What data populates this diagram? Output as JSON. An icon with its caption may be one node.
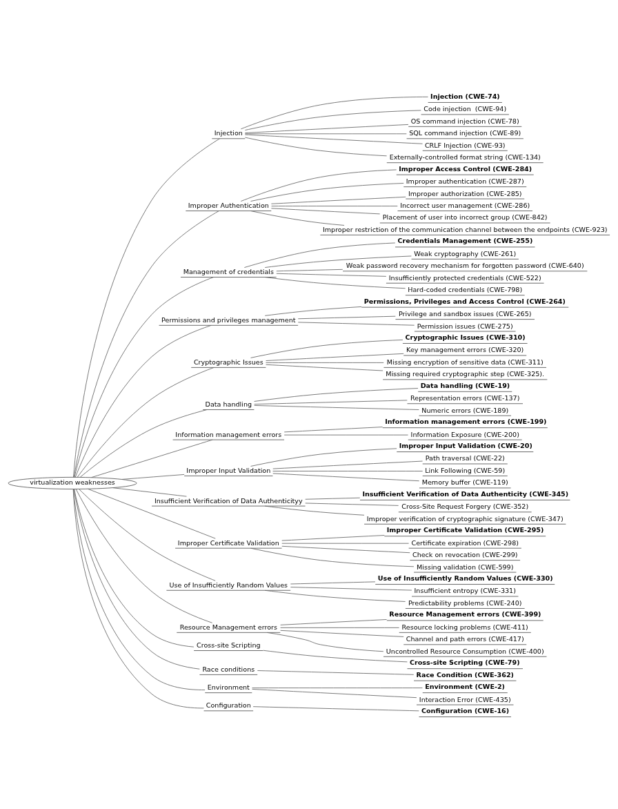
{
  "diagram": {
    "nodes": [
      {
        "text": [
          "virtualization weaknesses"
        ]
      },
      {
        "text": [
          "Injection"
        ]
      },
      {
        "text": [
          "Injection (CWE-74)"
        ]
      },
      {
        "text": [
          "Code injection  (CWE-94)"
        ]
      },
      {
        "text": [
          "OS command injection (CWE-78)"
        ]
      },
      {
        "text": [
          "SQL command injection (CWE-89)"
        ]
      },
      {
        "text": [
          "CRLF Injection (CWE-93)"
        ]
      },
      {
        "text": [
          "Externally-controlled format string (CWE-134)"
        ]
      },
      {
        "text": [
          "Improper Authentication"
        ]
      },
      {
        "text": [
          "Improper Access Control (CWE-284)"
        ]
      },
      {
        "text": [
          "Improper authentication (CWE-287)"
        ]
      },
      {
        "text": [
          "Improper authorization (CWE-285)"
        ]
      },
      {
        "text": [
          "Incorrect user management (CWE-286)"
        ]
      },
      {
        "text": [
          "Placement of user into incorrect group (CWE-842)"
        ]
      },
      {
        "text": [
          "Improper restriction of the communication channel between the endpoints (CWE-923)"
        ]
      },
      {
        "text": [
          "Management of credentials"
        ]
      },
      {
        "text": [
          "Credentials Management (CWE-255)"
        ]
      },
      {
        "text": [
          "Weak cryptography (CWE-261)"
        ]
      },
      {
        "text": [
          "Weak password recovery mechanism for forgotten password (CWE-640)"
        ]
      },
      {
        "text": [
          "Insufficiently protected credentials (CWE-522)"
        ]
      },
      {
        "text": [
          "Hard-coded credentials (CWE-798)"
        ]
      },
      {
        "text": [
          "Permissions and privileges management"
        ]
      },
      {
        "text": [
          "Permissions, Privileges and Access Control (CWE-264)"
        ]
      },
      {
        "text": [
          "Privilege and sandbox issues (CWE-265)"
        ]
      },
      {
        "text": [
          "Permission issues (CWE-275)"
        ]
      },
      {
        "text": [
          "Cryptographic Issues"
        ]
      },
      {
        "text": [
          "Cryptographic Issues (CWE-310)"
        ]
      },
      {
        "text": [
          "Key management errors (CWE-320)"
        ]
      },
      {
        "text": [
          "Missing encryption of sensitive data (CWE-311)"
        ]
      },
      {
        "text": [
          "Missing required cryptographic step (CWE-325)."
        ]
      },
      {
        "text": [
          "Data handling"
        ]
      },
      {
        "text": [
          "Data handling (CWE-19)"
        ]
      },
      {
        "text": [
          "Representation errors (CWE-137)"
        ]
      },
      {
        "text": [
          "Numeric errors (CWE-189)"
        ]
      },
      {
        "text": [
          "Information management errors"
        ]
      },
      {
        "text": [
          "Information management errors (CWE-199)"
        ]
      },
      {
        "text": [
          "Information Exposure (CWE-200)"
        ]
      },
      {
        "text": [
          "Improper Input Validation"
        ]
      },
      {
        "text": [
          "Improper Input Validation (CWE-20)"
        ]
      },
      {
        "text": [
          "Path traversal (CWE-22)"
        ]
      },
      {
        "text": [
          "Link Following (CWE-59)"
        ]
      },
      {
        "text": [
          "Memory buffer (CWE-119)"
        ]
      },
      {
        "text": [
          "Insufficient Verification of Data Authenticityy"
        ]
      },
      {
        "text": [
          "Insufficient Verification of Data Authenticity (CWE-345)"
        ]
      },
      {
        "text": [
          "Cross-Site Request Forgery (CWE-352)"
        ]
      },
      {
        "text": [
          "Improper verification of cryptographic signature (CWE-347)"
        ]
      },
      {
        "text": [
          "Improper Certificate Validation"
        ]
      },
      {
        "text": [
          "Improper Certificate Validation (CWE-295)"
        ]
      },
      {
        "text": [
          "Certificate expiration (CWE-298)"
        ]
      },
      {
        "text": [
          "Check on revocation (CWE-299)"
        ]
      },
      {
        "text": [
          "Missing validation (CWE-599)"
        ]
      },
      {
        "text": [
          "Use of Insufficiently Random Values"
        ]
      },
      {
        "text": [
          "Use of Insufficiently Random Values (CWE-330)"
        ]
      },
      {
        "text": [
          "Insufficient entropy (CWE-331)"
        ]
      },
      {
        "text": [
          "Predictability problems (CWE-240)"
        ]
      },
      {
        "text": [
          "Resource Management errors"
        ]
      },
      {
        "text": [
          "Resource Management errors (CWE-399)"
        ]
      },
      {
        "text": [
          "Resource locking problems (CWE-411)"
        ]
      },
      {
        "text": [
          "Channel and path errors (CWE-417)"
        ]
      },
      {
        "text": [
          "Uncontrolled Resource Consumption (CWE-400)"
        ]
      },
      {
        "text": [
          "Cross-site Scripting"
        ]
      },
      {
        "text": [
          "Cross-site Scripting (CWE-79)"
        ]
      },
      {
        "text": [
          "Race conditions"
        ]
      },
      {
        "text": [
          "Race Condition (CWE-362)"
        ]
      },
      {
        "text": [
          "Environment"
        ]
      },
      {
        "text": [
          "Environment (CWE-2)"
        ]
      },
      {
        "text": [
          "Interaction Error (CWE-435)"
        ]
      },
      {
        "text": [
          "Configuration"
        ]
      },
      {
        "text": [
          "Configuration (CWE-16)"
        ]
      }
    ],
    "edges": [
      {
        "from": 0,
        "to": 1,
        "arrow": "none"
      },
      {
        "from": 1,
        "to": 2,
        "arrow": "none"
      },
      {
        "from": 1,
        "to": 3,
        "arrow": "none"
      },
      {
        "from": 1,
        "to": 4,
        "arrow": "none"
      },
      {
        "from": 1,
        "to": 5,
        "arrow": "none"
      },
      {
        "from": 1,
        "to": 6,
        "arrow": "none"
      },
      {
        "from": 1,
        "to": 7,
        "arrow": "none"
      },
      {
        "from": 0,
        "to": 8,
        "arrow": "none"
      },
      {
        "from": 8,
        "to": 9,
        "arrow": "none"
      },
      {
        "from": 8,
        "to": 10,
        "arrow": "none"
      },
      {
        "from": 8,
        "to": 11,
        "arrow": "none"
      },
      {
        "from": 8,
        "to": 12,
        "arrow": "none"
      },
      {
        "from": 8,
        "to": 13,
        "arrow": "none"
      },
      {
        "from": 8,
        "to": 14,
        "arrow": "none"
      },
      {
        "from": 0,
        "to": 15,
        "arrow": "none"
      },
      {
        "from": 15,
        "to": 16,
        "arrow": "none"
      },
      {
        "from": 15,
        "to": 17,
        "arrow": "none"
      },
      {
        "from": 15,
        "to": 18,
        "arrow": "none"
      },
      {
        "from": 15,
        "to": 19,
        "arrow": "none"
      },
      {
        "from": 15,
        "to": 20,
        "arrow": "none"
      },
      {
        "from": 0,
        "to": 21,
        "arrow": "none"
      },
      {
        "from": 21,
        "to": 22,
        "arrow": "none"
      },
      {
        "from": 21,
        "to": 23,
        "arrow": "none"
      },
      {
        "from": 21,
        "to": 24,
        "arrow": "none"
      },
      {
        "from": 0,
        "to": 25,
        "arrow": "none"
      },
      {
        "from": 25,
        "to": 26,
        "arrow": "none"
      },
      {
        "from": 25,
        "to": 27,
        "arrow": "none"
      },
      {
        "from": 25,
        "to": 28,
        "arrow": "none"
      },
      {
        "from": 25,
        "to": 29,
        "arrow": "none"
      },
      {
        "from": 0,
        "to": 30,
        "arrow": "none"
      },
      {
        "from": 30,
        "to": 31,
        "arrow": "none"
      },
      {
        "from": 30,
        "to": 32,
        "arrow": "none"
      },
      {
        "from": 30,
        "to": 33,
        "arrow": "none"
      },
      {
        "from": 0,
        "to": 34,
        "arrow": "none"
      },
      {
        "from": 34,
        "to": 35,
        "arrow": "none"
      },
      {
        "from": 34,
        "to": 36,
        "arrow": "none"
      },
      {
        "from": 0,
        "to": 37,
        "arrow": "none"
      },
      {
        "from": 37,
        "to": 38,
        "arrow": "none"
      },
      {
        "from": 37,
        "to": 39,
        "arrow": "none"
      },
      {
        "from": 37,
        "to": 40,
        "arrow": "none"
      },
      {
        "from": 37,
        "to": 41,
        "arrow": "none"
      },
      {
        "from": 0,
        "to": 42,
        "arrow": "none"
      },
      {
        "from": 42,
        "to": 43,
        "arrow": "none"
      },
      {
        "from": 42,
        "to": 44,
        "arrow": "none"
      },
      {
        "from": 42,
        "to": 45,
        "arrow": "none"
      },
      {
        "from": 0,
        "to": 46,
        "arrow": "none"
      },
      {
        "from": 46,
        "to": 47,
        "arrow": "none"
      },
      {
        "from": 46,
        "to": 48,
        "arrow": "none"
      },
      {
        "from": 46,
        "to": 49,
        "arrow": "none"
      },
      {
        "from": 46,
        "to": 50,
        "arrow": "none"
      },
      {
        "from": 0,
        "to": 51,
        "arrow": "none"
      },
      {
        "from": 51,
        "to": 52,
        "arrow": "none"
      },
      {
        "from": 51,
        "to": 53,
        "arrow": "none"
      },
      {
        "from": 51,
        "to": 54,
        "arrow": "none"
      },
      {
        "from": 0,
        "to": 55,
        "arrow": "none"
      },
      {
        "from": 55,
        "to": 56,
        "arrow": "none"
      },
      {
        "from": 55,
        "to": 57,
        "arrow": "none"
      },
      {
        "from": 55,
        "to": 58,
        "arrow": "none"
      },
      {
        "from": 55,
        "to": 59,
        "arrow": "none"
      },
      {
        "from": 0,
        "to": 60,
        "arrow": "none"
      },
      {
        "from": 60,
        "to": 61,
        "arrow": "none"
      },
      {
        "from": 0,
        "to": 62,
        "arrow": "none"
      },
      {
        "from": 62,
        "to": 63,
        "arrow": "none"
      },
      {
        "from": 0,
        "to": 64,
        "arrow": "none"
      },
      {
        "from": 64,
        "to": 65,
        "arrow": "none"
      },
      {
        "from": 64,
        "to": 66,
        "arrow": "none"
      },
      {
        "from": 0,
        "to": 67,
        "arrow": "none"
      },
      {
        "from": 67,
        "to": 68,
        "arrow": "none"
      }
    ]
  }
}
